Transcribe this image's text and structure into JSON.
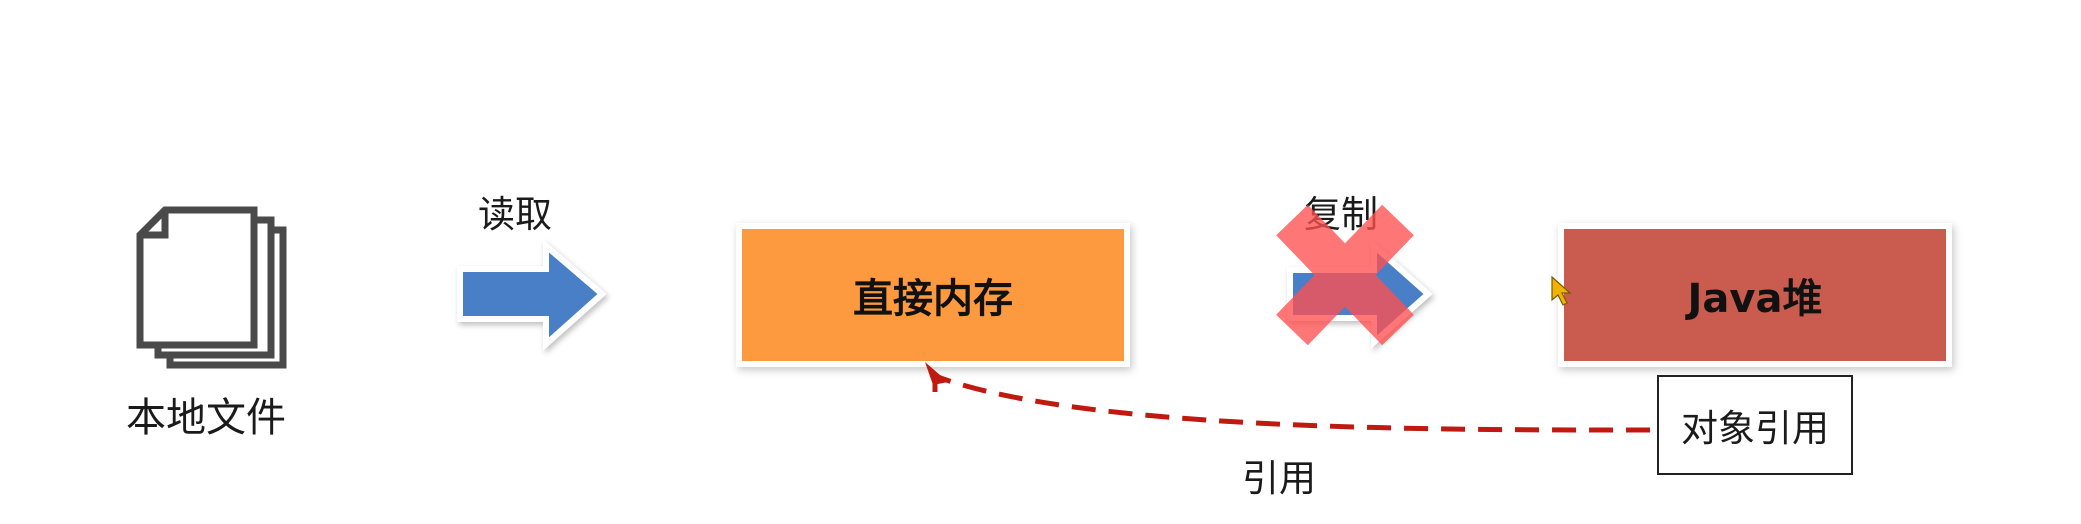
{
  "nodes": {
    "local_file": {
      "label": "本地文件",
      "icon": "file-stack-icon"
    },
    "direct_memory": {
      "label": "直接内存",
      "color": "#fd9a40"
    },
    "java_heap": {
      "label": "Java堆",
      "color": "#c95c4e"
    },
    "object_ref": {
      "label": "对象引用"
    }
  },
  "edges": {
    "read": {
      "label": "读取",
      "color": "#4a7fc7"
    },
    "copy": {
      "label": "复制",
      "color": "#4a7fc7",
      "cross_color": "#ff5050"
    },
    "reference": {
      "label": "引用",
      "color": "#c0190f"
    }
  },
  "cursor": {
    "icon": "mouse-cursor-icon",
    "color": "#f0b400"
  }
}
